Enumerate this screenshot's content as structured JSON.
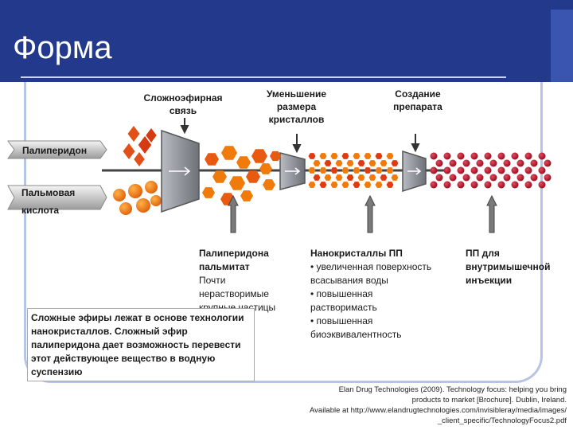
{
  "slide": {
    "title": "Форма"
  },
  "labels": {
    "ester_bond": "Сложноэфирная\nсвязь",
    "size_reduction": "Уменьшение\nразмера\nкристаллов",
    "formulation": "Создание\nпрепарата",
    "paliperidone": "Палиперидон",
    "palmitic_acid_line1": "Пальмовая",
    "palmitic_acid_line2": "кислота"
  },
  "descriptions": {
    "palmitate_title": "Палиперидона\nпальмитат",
    "palmitate_body": "Почти\nнерастворимые\nкрупные частицы",
    "nanocrystals_title": "Нанокристаллы ПП",
    "nanocrystals_body": "• увеличенная поверхность\nвсасывания воды\n• повышенная\nрастворимасть\n• повышенная\nбиоэквивалентность",
    "injection_title": "ПП для\nвнутримышечной\nинъекции"
  },
  "note": "Сложные эфиры лежат в основе технологии нанокристаллов. Сложный эфир палиперидона дает возможность перевести этот действующее вещество в водную суспензию",
  "citation": "Elan Drug Technologies (2009). Technology focus: helping you bring\nproducts to market [Brochure]. Dublin, Ireland.\nAvailable at http://www.elandrugtechnologies.com/invisibleray/media/images/\n_client_specific/TechnologyFocus2.pdf",
  "colors": {
    "header": "#233a8c",
    "crystal_red": "#d63a10",
    "crystal_orange": "#f07a0a",
    "nano_orange": "#f07a0a",
    "nano_red": "#e03a10",
    "injection_red": "#b8102a",
    "funnel": "#8a8e96"
  }
}
